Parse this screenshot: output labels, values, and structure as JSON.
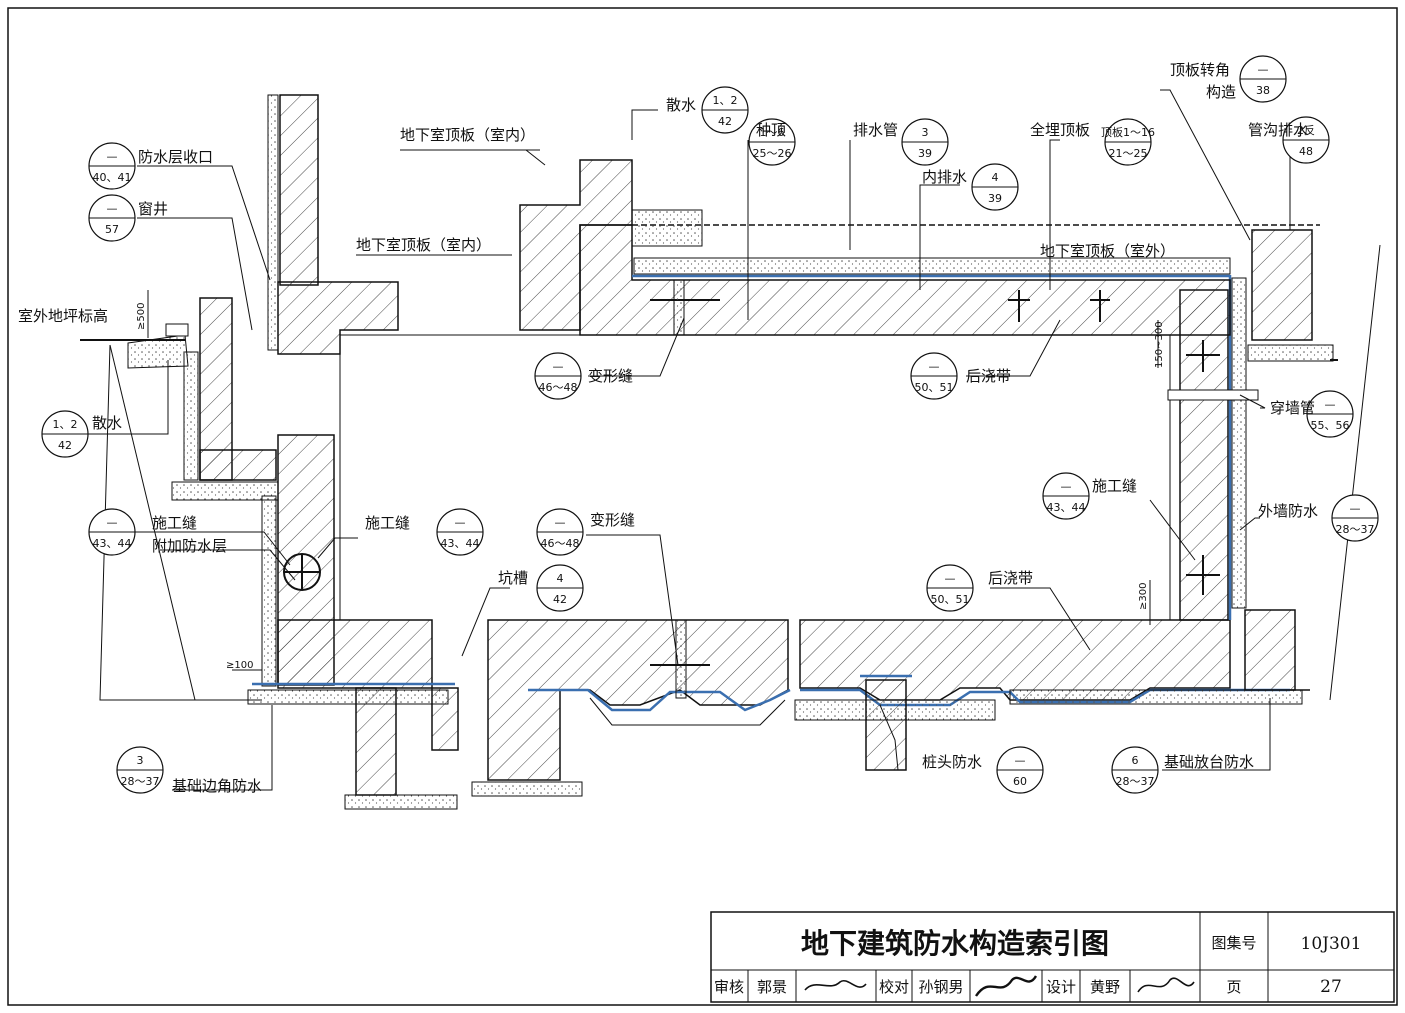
{
  "title_block": {
    "title": "地下建筑防水构造索引图",
    "atlas_label": "图集号",
    "atlas_code": "10J301",
    "review_label": "审核",
    "reviewer": "郭景",
    "check_label": "校对",
    "checker": "孙钢男",
    "design_label": "设计",
    "designer": "黄野",
    "page_label": "页",
    "page_no": "27"
  },
  "labels": {
    "basement_roof_inside_1": "地下室顶板（室内）",
    "basement_roof_inside_2": "地下室顶板（室内）",
    "basement_roof_outside": "地下室顶板（室外）",
    "waterproof_edge": "防水层收口",
    "window_well": "窗井",
    "outdoor_grade": "室外地坪标高",
    "apron_left": "散水",
    "apron_top": "散水",
    "planted_roof": "种顶",
    "drain_pipe": "排水管",
    "buried_roof": "全埋顶板",
    "inner_drain": "内排水",
    "roof_corner_1": "顶板转角",
    "roof_corner_2": "构造",
    "trench_drain": "管沟排水",
    "expansion_joint_top": "变形缝",
    "post_cast_top": "后浇带",
    "wall_pipe": "穿墙管",
    "construction_joint_right": "施工缝",
    "exterior_wall_wp": "外墙防水",
    "construction_joint_left": "施工缝",
    "additional_layer": "附加防水层",
    "construction_joint_mid": "施工缝",
    "pit": "坑槽",
    "expansion_joint_bottom": "变形缝",
    "post_cast_bottom": "后浇带",
    "pile_head": "桩头防水",
    "foundation_edge": "基础边角防水",
    "foundation_step": "基础放台防水"
  },
  "dims": {
    "d500": "≥500",
    "d150": "150~300",
    "d300": "≥300",
    "d100": "≥100"
  },
  "refs": [
    {
      "top": "—",
      "bottom": "40、41"
    },
    {
      "top": "—",
      "bottom": "57"
    },
    {
      "top": "1、2",
      "bottom": "42"
    },
    {
      "top": "1、2",
      "bottom": "42"
    },
    {
      "top": "1～6",
      "bottom": "25～26"
    },
    {
      "top": "3",
      "bottom": "39"
    },
    {
      "top": "4",
      "bottom": "39"
    },
    {
      "top": "顶板1～16",
      "bottom": "21～25"
    },
    {
      "top": "—",
      "bottom": "38"
    },
    {
      "top": "2反",
      "bottom": "48"
    },
    {
      "top": "—",
      "bottom": "46～48"
    },
    {
      "top": "—",
      "bottom": "50、51"
    },
    {
      "top": "—",
      "bottom": "55、56"
    },
    {
      "top": "—",
      "bottom": "43、44"
    },
    {
      "top": "—",
      "bottom": "28～37"
    },
    {
      "top": "—",
      "bottom": "43、44"
    },
    {
      "top": "—",
      "bottom": "43、44"
    },
    {
      "top": "4",
      "bottom": "42"
    },
    {
      "top": "—",
      "bottom": "46～48"
    },
    {
      "top": "—",
      "bottom": "50、51"
    },
    {
      "top": "3",
      "bottom": "28～37"
    },
    {
      "top": "—",
      "bottom": "60"
    },
    {
      "top": "6",
      "bottom": "28～37"
    }
  ]
}
